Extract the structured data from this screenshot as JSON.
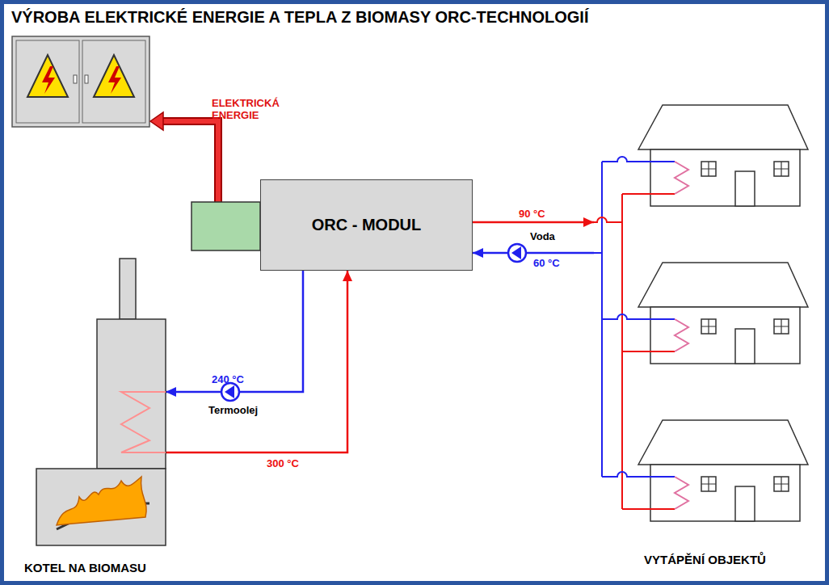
{
  "diagram": {
    "title": "VÝROBA ELEKTRICKÉ ENERGIE A TEPLA Z BIOMASY ORC-TECHNOLOGIÍ",
    "nodes": [
      {
        "text": [
          "ORC - MODUL"
        ]
      },
      {
        "text": [
          "KOTEL NA BIOMASU"
        ]
      },
      {
        "text": [
          "VYTÁPĚNÍ OBJEKTŮ"
        ]
      }
    ],
    "edges": [
      {
        "from": 1,
        "to": 0,
        "arrow": "to",
        "label": "300 °C"
      },
      {
        "from": 0,
        "to": 1,
        "arrow": "to",
        "label": "240 °C"
      },
      {
        "from": 0,
        "to": 2,
        "arrow": "to",
        "label": "90 °C"
      },
      {
        "from": 2,
        "to": 0,
        "arrow": "to",
        "label": "60 °C"
      }
    ],
    "labels": [
      "ELEKTRICKÁ ENERGIE",
      "Termoolej",
      "Voda"
    ]
  }
}
